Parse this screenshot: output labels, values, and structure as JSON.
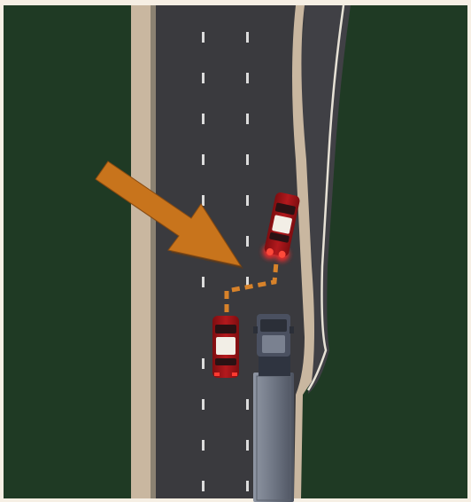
{
  "scene": {
    "type": "traffic-diagram",
    "view": "top-down",
    "road": {
      "lanes": 3,
      "lane_marking": "dashed-white",
      "right_edge": "exit-lane-merging",
      "shoulder": "beige",
      "verge": "grass"
    },
    "vehicles": [
      {
        "id": "car-a",
        "kind": "car",
        "color": "red",
        "state": "swerving",
        "lane": "right"
      },
      {
        "id": "car-b",
        "kind": "car",
        "color": "red",
        "state": "braking",
        "lane": "middle"
      },
      {
        "id": "truck",
        "kind": "truck",
        "color": "blue-grey",
        "lane": "right"
      }
    ],
    "annotations": [
      {
        "kind": "arrow",
        "color": "#c8741c",
        "points_to": "gap-between-cars"
      },
      {
        "kind": "dashed-path",
        "color": "#d7822a",
        "connects": [
          "car-b",
          "car-a"
        ]
      }
    ],
    "colors": {
      "frame": "#f6efe4",
      "grass": "#1f3a24",
      "road": "#3b3b3f",
      "shoulder": "#cbb9a2",
      "lane_mark": "#dcdcdc",
      "car": "#a8161a",
      "truck": "#6f7684",
      "arrow": "#c8741c"
    }
  }
}
